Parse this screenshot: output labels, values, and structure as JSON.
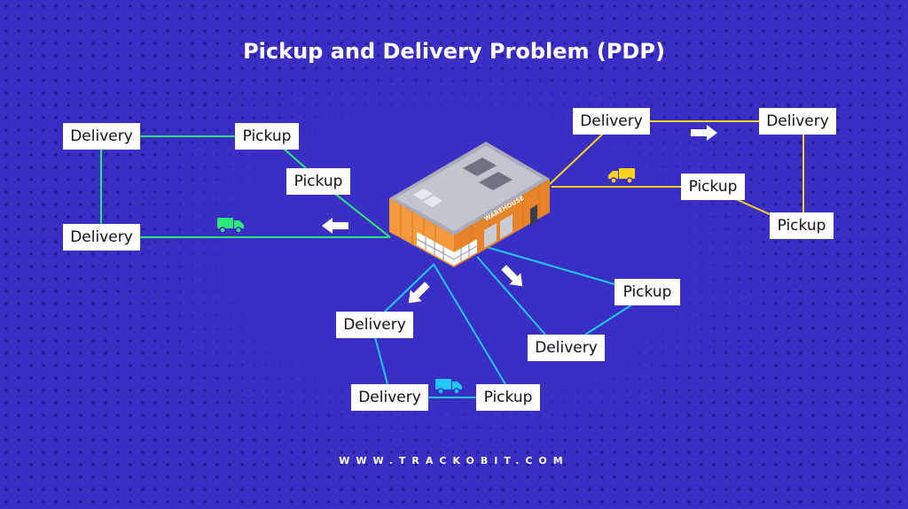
{
  "title": "Pickup and Delivery Problem (PDP)",
  "footer": "WWW.TRACKOBIT.COM",
  "warehouse_sign": "WAREHOUSE",
  "colors": {
    "background": "#3a2fc4",
    "green_route": "#2ee87a",
    "yellow_route": "#ffd21e",
    "blue_route": "#21c8ff",
    "node_bg": "#ffffff",
    "warehouse": "#f59a3c"
  },
  "routes": {
    "green": {
      "nodes": [
        {
          "id": "g1",
          "label": "Delivery"
        },
        {
          "id": "g2",
          "label": "Pickup"
        },
        {
          "id": "g3",
          "label": "Pickup"
        },
        {
          "id": "g4",
          "label": "Delivery"
        }
      ],
      "icons": [
        "truck-icon",
        "arrow-left-icon"
      ]
    },
    "yellow": {
      "nodes": [
        {
          "id": "y1",
          "label": "Delivery"
        },
        {
          "id": "y2",
          "label": "Delivery"
        },
        {
          "id": "y3",
          "label": "Pickup"
        },
        {
          "id": "y4",
          "label": "Pickup"
        }
      ],
      "icons": [
        "truck-icon",
        "arrow-right-icon"
      ]
    },
    "blue": {
      "nodes": [
        {
          "id": "b1",
          "label": "Pickup"
        },
        {
          "id": "b2",
          "label": "Delivery"
        },
        {
          "id": "b3",
          "label": "Delivery"
        },
        {
          "id": "b4",
          "label": "Delivery"
        },
        {
          "id": "b5",
          "label": "Pickup"
        }
      ],
      "icons": [
        "truck-icon",
        "arrow-down-left-icon",
        "arrow-down-right-icon"
      ]
    }
  }
}
